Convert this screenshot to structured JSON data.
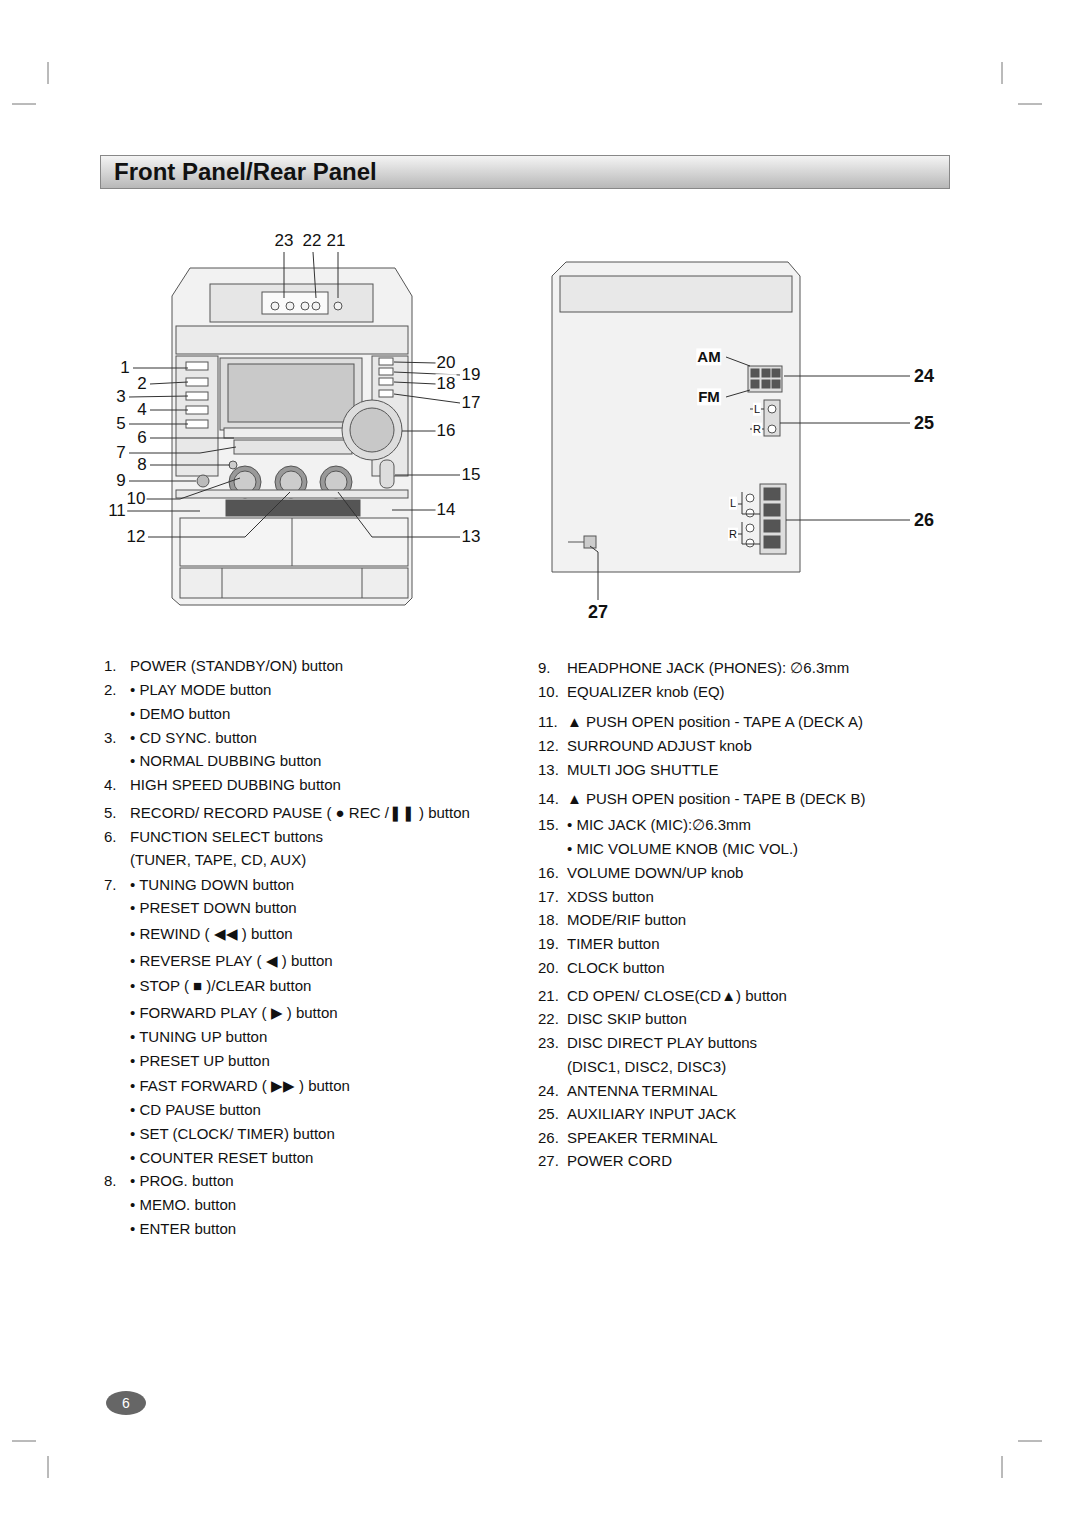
{
  "diagram": {
    "nodes": [
      {
        "text": [
          "Front Panel/Rear Panel"
        ]
      },
      {
        "text": [
          "6"
        ]
      }
    ],
    "labels": [
      "23",
      "22",
      "21",
      "1",
      "2",
      "3",
      "4",
      "5",
      "6",
      "7",
      "8",
      "9",
      "10",
      "11",
      "12",
      "20",
      "19",
      "18",
      "17",
      "16",
      "15",
      "14",
      "13",
      "AM",
      "FM",
      "24",
      "25",
      "26",
      "27",
      "L",
      "R",
      "L",
      "R",
      "1.",
      "POWER (STANDBY/ON) button",
      "2.",
      "• PLAY MODE button",
      "• DEMO button",
      "3.",
      "• CD SYNC. button",
      "• NORMAL DUBBING button",
      "4.",
      "HIGH SPEED DUBBING button",
      "5.",
      "RECORD/ RECORD PAUSE ( ● REC /❚❚ ) button",
      "6.",
      "FUNCTION SELECT buttons",
      "(TUNER, TAPE, CD, AUX)",
      "7.",
      "• TUNING DOWN button",
      "• PRESET DOWN button",
      "• REWIND ( ◀◀ ) button",
      "• REVERSE PLAY ( ◀ ) button",
      "• STOP ( ■ )/CLEAR button",
      "• FORWARD PLAY ( ▶ ) button",
      "• TUNING UP button",
      "• PRESET UP button",
      "• FAST FORWARD ( ▶▶ ) button",
      "• CD PAUSE button",
      "• SET (CLOCK/ TIMER) button",
      "• COUNTER RESET button",
      "8.",
      "• PROG. button",
      "• MEMO. button",
      "• ENTER button",
      "9.",
      "HEADPHONE JACK (PHONES): ∅6.3mm",
      "10.",
      "EQUALIZER knob (EQ)",
      "11.",
      "▲ PUSH OPEN position - TAPE A (DECK A)",
      "12.",
      "SURROUND ADJUST knob",
      "13.",
      "MULTI JOG SHUTTLE",
      "14.",
      "▲ PUSH OPEN position - TAPE B (DECK B)",
      "15.",
      "• MIC JACK (MIC):∅6.3mm",
      "• MIC VOLUME KNOB  (MIC VOL.)",
      "16.",
      "VOLUME DOWN/UP knob",
      "17.",
      "XDSS button",
      "18.",
      "MODE/RIF button",
      "19.",
      "TIMER button",
      "20.",
      "CLOCK button",
      "21.",
      "CD OPEN/ CLOSE(CD▲) button",
      "22.",
      "DISC SKIP button",
      "23.",
      "DISC DIRECT PLAY buttons",
      "(DISC1, DISC2, DISC3)",
      "24.",
      "ANTENNA TERMINAL",
      "25.",
      "AUXILIARY INPUT JACK",
      "26.",
      "SPEAKER TERMINAL",
      "27.",
      "POWER CORD"
    ]
  }
}
